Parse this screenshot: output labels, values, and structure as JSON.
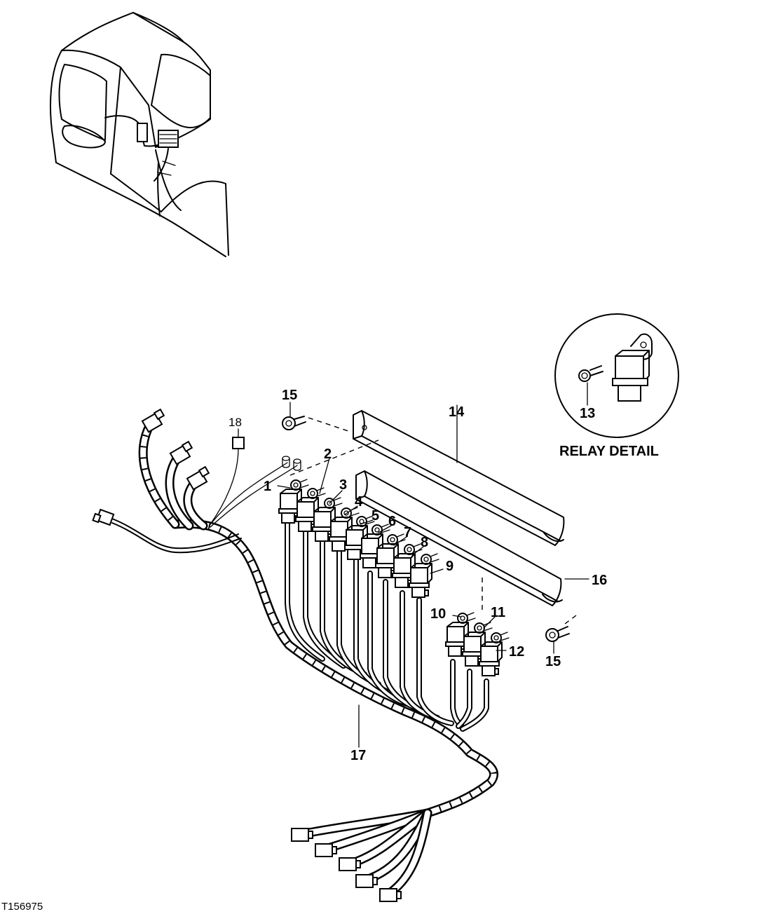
{
  "figure_id": "T156975",
  "detail": {
    "title": "RELAY DETAIL",
    "callout": "13"
  },
  "callouts": {
    "c1": "1",
    "c2": "2",
    "c3": "3",
    "c4": "4",
    "c5": "5",
    "c6": "6",
    "c7": "7",
    "c8": "8",
    "c9": "9",
    "c10": "10",
    "c11": "11",
    "c12": "12",
    "c14": "14",
    "c15a": "15",
    "c15b": "15",
    "c16": "16",
    "c17": "17",
    "c18": "18"
  }
}
